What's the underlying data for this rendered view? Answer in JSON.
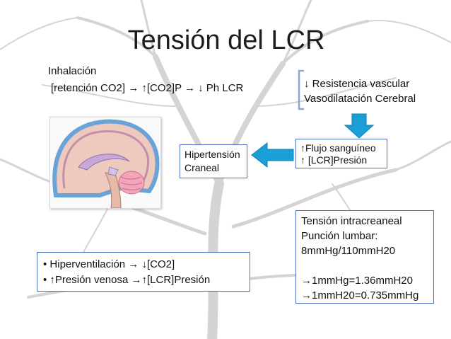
{
  "slide": {
    "title": "Tensión del LCR",
    "inhalation": {
      "line1": "Inhalación",
      "line2": "[retención CO2] → ↑[CO2]P → ↓ Ph LCR"
    },
    "resistance": {
      "line1": "↓ Resistencia vascular",
      "line2": "Vasodilatación Cerebral"
    },
    "flow_box": {
      "line1": "↑Flujo sanguíneo",
      "line2": "↑ [LCR]Presión"
    },
    "hypertension_box": {
      "line1": "Hipertensión",
      "line2": "Craneal"
    },
    "tension_box": {
      "line1": "Tensión intracreaneal",
      "line2": "Punción lumbar:",
      "line3": "8mmHg/110mmH20",
      "line4": "→1mmHg=1.36mmH20",
      "line5": "→1mmH20=0.735mmHg"
    },
    "bullets": [
      "• Hiperventilación → ↓[CO2]",
      "• ↑Presión venosa →↑[LCR]Presión"
    ]
  },
  "colors": {
    "box_border": "#4a6fbf",
    "arrow_fill": "#1a9fd6",
    "bracket": "#8fa6d4",
    "background_motif": "#cfcfcf"
  }
}
